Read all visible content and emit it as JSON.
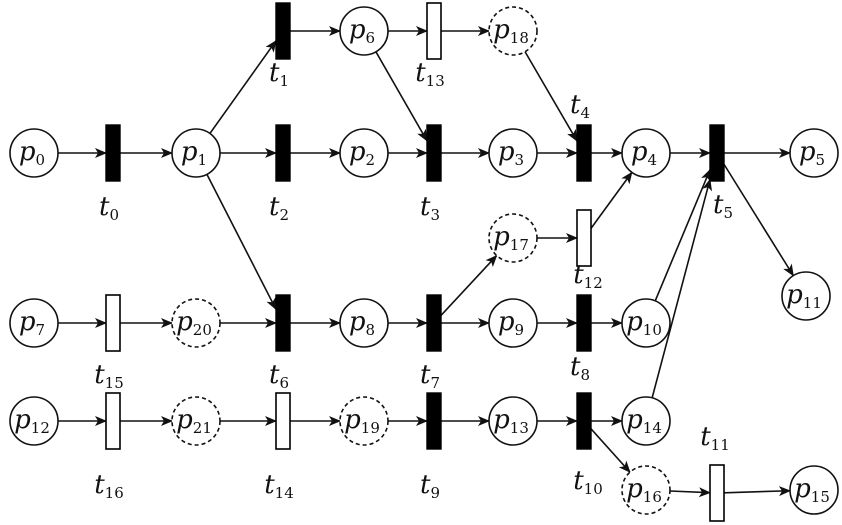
{
  "places": [
    {
      "id": "p0",
      "name": "p",
      "sub": "0",
      "dashed": false
    },
    {
      "id": "p1",
      "name": "p",
      "sub": "1",
      "dashed": false
    },
    {
      "id": "p2",
      "name": "p",
      "sub": "2",
      "dashed": false
    },
    {
      "id": "p3",
      "name": "p",
      "sub": "3",
      "dashed": false
    },
    {
      "id": "p4",
      "name": "p",
      "sub": "4",
      "dashed": false
    },
    {
      "id": "p5",
      "name": "p",
      "sub": "5",
      "dashed": false
    },
    {
      "id": "p6",
      "name": "p",
      "sub": "6",
      "dashed": false
    },
    {
      "id": "p7",
      "name": "p",
      "sub": "7",
      "dashed": false
    },
    {
      "id": "p8",
      "name": "p",
      "sub": "8",
      "dashed": false
    },
    {
      "id": "p9",
      "name": "p",
      "sub": "9",
      "dashed": false
    },
    {
      "id": "p10",
      "name": "p",
      "sub": "10",
      "dashed": false
    },
    {
      "id": "p11",
      "name": "p",
      "sub": "11",
      "dashed": false
    },
    {
      "id": "p12",
      "name": "p",
      "sub": "12",
      "dashed": false
    },
    {
      "id": "p13",
      "name": "p",
      "sub": "13",
      "dashed": false
    },
    {
      "id": "p14",
      "name": "p",
      "sub": "14",
      "dashed": false
    },
    {
      "id": "p15",
      "name": "p",
      "sub": "15",
      "dashed": false
    },
    {
      "id": "p16",
      "name": "p",
      "sub": "16",
      "dashed": true
    },
    {
      "id": "p17",
      "name": "p",
      "sub": "17",
      "dashed": true
    },
    {
      "id": "p18",
      "name": "p",
      "sub": "18",
      "dashed": true
    },
    {
      "id": "p19",
      "name": "p",
      "sub": "19",
      "dashed": true
    },
    {
      "id": "p20",
      "name": "p",
      "sub": "20",
      "dashed": true
    },
    {
      "id": "p21",
      "name": "p",
      "sub": "21",
      "dashed": true
    }
  ],
  "transitions": [
    {
      "id": "t0",
      "name": "t",
      "sub": "0",
      "filled": true
    },
    {
      "id": "t1",
      "name": "t",
      "sub": "1",
      "filled": true
    },
    {
      "id": "t2",
      "name": "t",
      "sub": "2",
      "filled": true
    },
    {
      "id": "t3",
      "name": "t",
      "sub": "3",
      "filled": true
    },
    {
      "id": "t4",
      "name": "t",
      "sub": "4",
      "filled": true
    },
    {
      "id": "t5",
      "name": "t",
      "sub": "5",
      "filled": true
    },
    {
      "id": "t6",
      "name": "t",
      "sub": "6",
      "filled": true
    },
    {
      "id": "t7",
      "name": "t",
      "sub": "7",
      "filled": true
    },
    {
      "id": "t8",
      "name": "t",
      "sub": "8",
      "filled": true
    },
    {
      "id": "t9",
      "name": "t",
      "sub": "9",
      "filled": true
    },
    {
      "id": "t10",
      "name": "t",
      "sub": "10",
      "filled": true
    },
    {
      "id": "t11",
      "name": "t",
      "sub": "11",
      "filled": false
    },
    {
      "id": "t12",
      "name": "t",
      "sub": "12",
      "filled": false
    },
    {
      "id": "t13",
      "name": "t",
      "sub": "13",
      "filled": false
    },
    {
      "id": "t14",
      "name": "t",
      "sub": "14",
      "filled": false
    },
    {
      "id": "t15",
      "name": "t",
      "sub": "15",
      "filled": false
    },
    {
      "id": "t16",
      "name": "t",
      "sub": "16",
      "filled": false
    }
  ],
  "arcs": [
    [
      "p0",
      "t0"
    ],
    [
      "t0",
      "p1"
    ],
    [
      "p1",
      "t1"
    ],
    [
      "p1",
      "t2"
    ],
    [
      "p1",
      "t6"
    ],
    [
      "t1",
      "p6"
    ],
    [
      "p6",
      "t13"
    ],
    [
      "t13",
      "p18"
    ],
    [
      "p6",
      "t3"
    ],
    [
      "p18",
      "t4"
    ],
    [
      "t2",
      "p2"
    ],
    [
      "p2",
      "t3"
    ],
    [
      "t3",
      "p3"
    ],
    [
      "p3",
      "t4"
    ],
    [
      "t4",
      "p4"
    ],
    [
      "p4",
      "t5"
    ],
    [
      "t5",
      "p5"
    ],
    [
      "t5",
      "p11"
    ],
    [
      "p17",
      "t12"
    ],
    [
      "t12",
      "p4"
    ],
    [
      "p7",
      "t15"
    ],
    [
      "t15",
      "p20"
    ],
    [
      "p20",
      "t6"
    ],
    [
      "t6",
      "p8"
    ],
    [
      "p8",
      "t7"
    ],
    [
      "t7",
      "p17"
    ],
    [
      "t7",
      "p9"
    ],
    [
      "p9",
      "t8"
    ],
    [
      "t8",
      "p10"
    ],
    [
      "p10",
      "t5"
    ],
    [
      "p12",
      "t16"
    ],
    [
      "t16",
      "p21"
    ],
    [
      "p21",
      "t14"
    ],
    [
      "t14",
      "p19"
    ],
    [
      "p19",
      "t9"
    ],
    [
      "t9",
      "p13"
    ],
    [
      "p13",
      "t10"
    ],
    [
      "t10",
      "p14"
    ],
    [
      "t10",
      "p16"
    ],
    [
      "p14",
      "t5"
    ],
    [
      "p16",
      "t11"
    ],
    [
      "t11",
      "p15"
    ]
  ],
  "colors": {
    "ink": "#111111",
    "background": "#ffffff"
  }
}
